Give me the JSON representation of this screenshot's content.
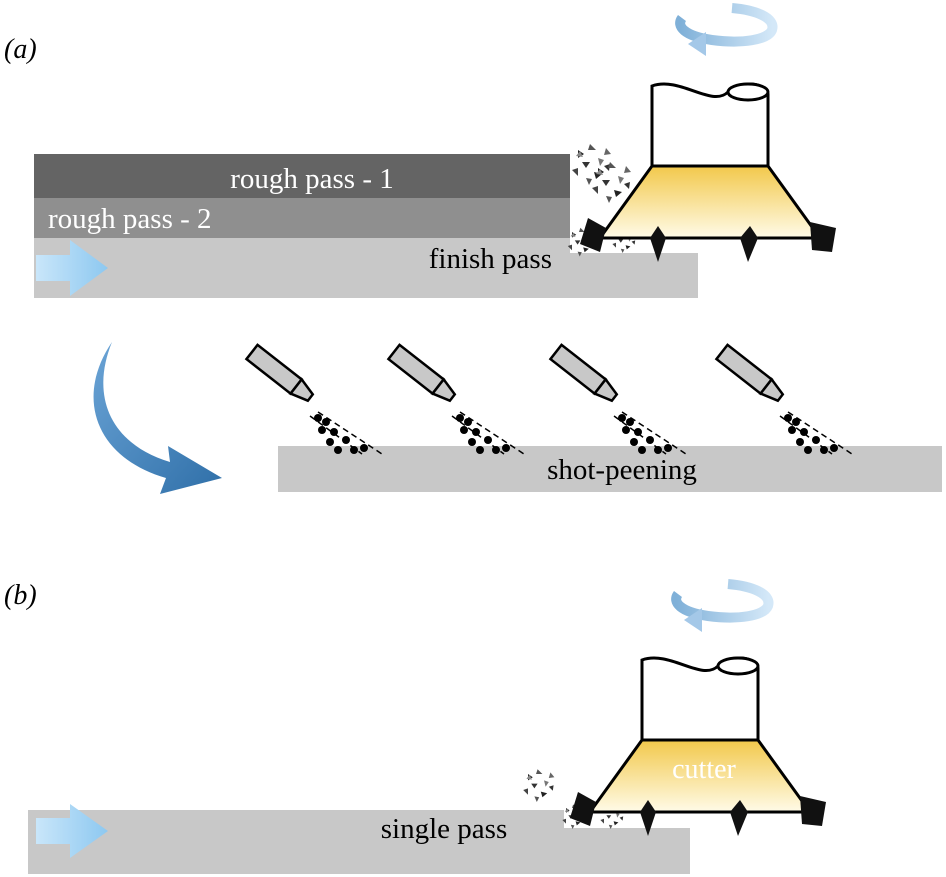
{
  "panel_a": {
    "label": "(a)",
    "layers": {
      "rough_pass_1": "rough pass - 1",
      "rough_pass_2": "rough pass - 2",
      "finish_pass": "finish pass"
    },
    "shot_peening_label": "shot-peening",
    "nozzle_count": 4
  },
  "panel_b": {
    "label": "(b)",
    "single_pass_label": "single pass",
    "cutter_label": "cutter"
  },
  "colors": {
    "rough_pass_1": "#646464",
    "rough_pass_2": "#8f8f8f",
    "workpiece": "#c8c8c8",
    "feed_arrow": "#a9d6f5",
    "process_arrow": "#3d7fb8",
    "rotation_arrow": "#a4c8e8",
    "cutter_top": "#f2c84b",
    "cutter_bottom": "#fffbe8"
  },
  "icons": [
    "feed-arrow-icon",
    "rotation-arrow-icon",
    "curved-process-arrow-icon",
    "nozzle-icon",
    "cutter-icon",
    "chip-debris-icon"
  ]
}
